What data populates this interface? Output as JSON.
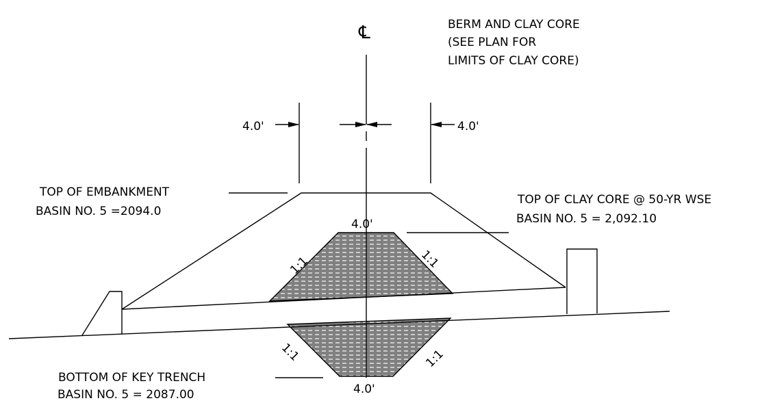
{
  "title": {
    "line1": "BERM AND CLAY CORE",
    "line2": "(SEE PLAN FOR",
    "line3": "LIMITS OF CLAY CORE)"
  },
  "centerline_symbol": "℄",
  "dimensions": {
    "left_offset": "4.0'",
    "right_offset": "4.0'",
    "core_top_width": "4.0'",
    "trench_bottom_width": "4.0'"
  },
  "slopes": {
    "core_upper_left": "1:1",
    "core_upper_right": "1:1",
    "trench_left": "1:1",
    "trench_right": "1:1"
  },
  "callouts": {
    "embankment_top": {
      "line1": "TOP OF EMBANKMENT",
      "line2": "BASIN NO. 5 =2094.0"
    },
    "clay_core_top": {
      "line1": "TOP OF CLAY CORE @ 50-YR WSE",
      "line2": "BASIN NO. 5 = 2,092.10"
    },
    "key_trench_bottom": {
      "line1": "BOTTOM OF KEY TRENCH",
      "line2": "BASIN NO. 5 = 2087.00"
    }
  },
  "colors": {
    "line": "#000000",
    "core_fill": "#808080",
    "hatch": "#ffffff"
  }
}
